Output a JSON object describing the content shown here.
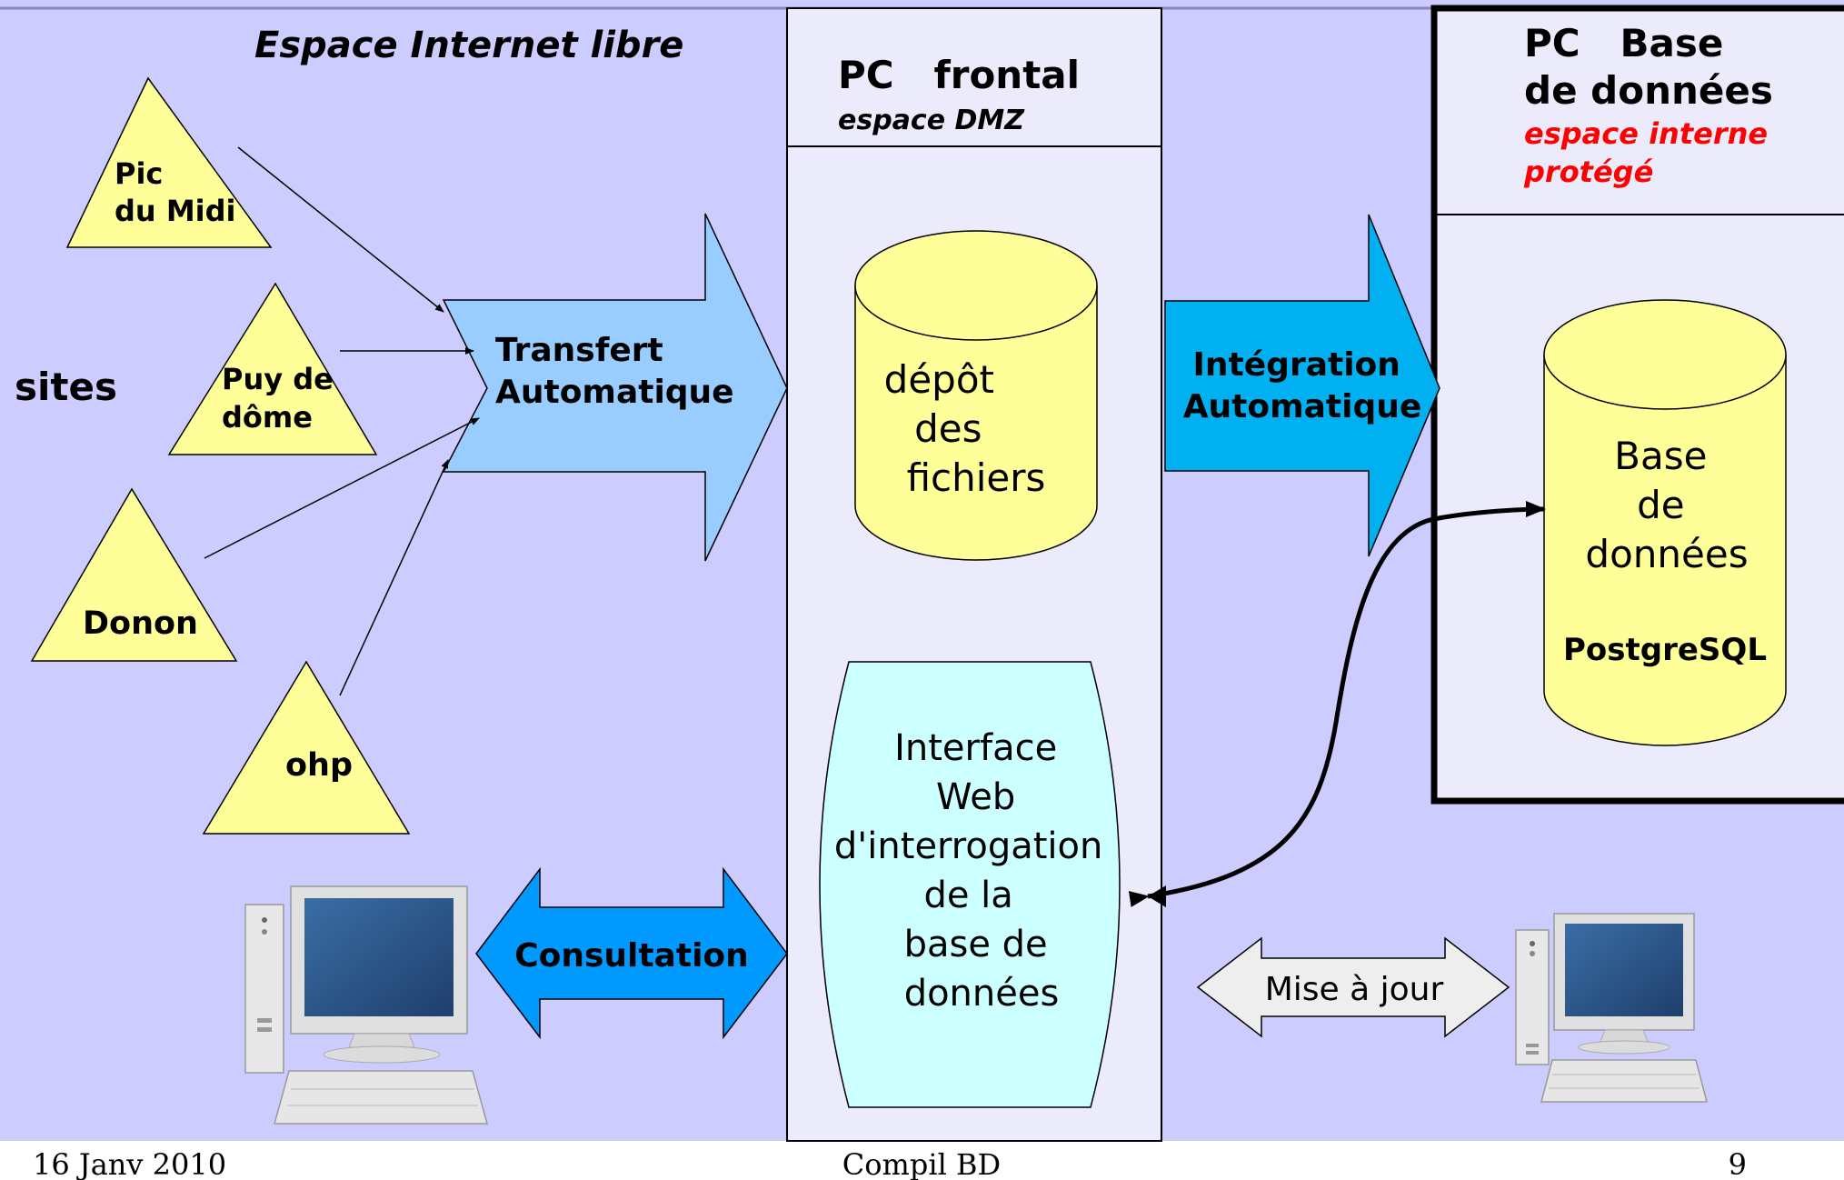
{
  "zone_labels": {
    "internet": "Espace Internet libre",
    "sites": "sites"
  },
  "frontal": {
    "title": "PC   frontal",
    "subtitle": "espace DMZ",
    "storage_lines": [
      "dépôt",
      "des",
      "fichiers"
    ],
    "interface_lines": [
      "Interface",
      "Web",
      "d'interrogation",
      "de la",
      "base de",
      "données"
    ]
  },
  "database_pc": {
    "title_lines": [
      "PC   Base",
      "de données"
    ],
    "subtitle_lines": [
      "espace interne",
      "protégé"
    ],
    "db_lines": [
      "Base",
      "de",
      "données"
    ],
    "db_engine": "PostgreSQL"
  },
  "sites": [
    {
      "lines": [
        "Pic",
        "du Midi"
      ]
    },
    {
      "lines": [
        "Puy de",
        "dôme"
      ]
    },
    {
      "lines": [
        "Donon"
      ]
    },
    {
      "lines": [
        "ohp"
      ]
    }
  ],
  "arrows": {
    "transfert": [
      "Transfert",
      "Automatique"
    ],
    "integration": [
      "Intégration",
      "Automatique"
    ],
    "consultation": "Consultation",
    "mise_a_jour": "Mise à jour"
  },
  "icons": [
    "desktop-computer-icon",
    "desktop-computer-icon"
  ],
  "footer": {
    "date": "16 Janv 2010",
    "center": "Compil BD",
    "page_number": "9"
  },
  "colors": {
    "background": "#ccccff",
    "site_triangle": "#ffff99",
    "transfert_arrow": "#99ccff",
    "integration_arrow": "#00b0f0",
    "consultation_arrow": "#0099ff",
    "mise_a_jour_arrow": "#eeeeee",
    "interface_shape": "#ccffff",
    "frontal_panel": "#ebebfb",
    "highlight_red": "#ff0000"
  }
}
